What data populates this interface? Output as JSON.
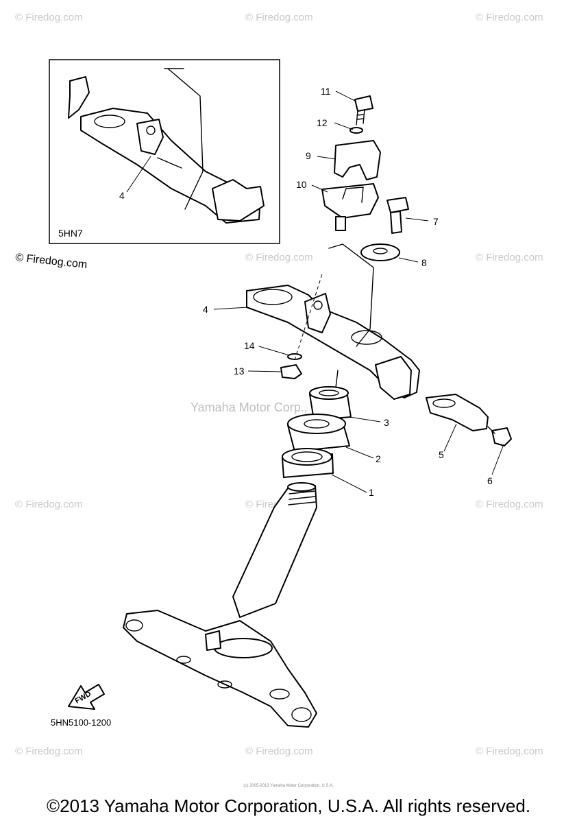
{
  "watermarks": {
    "site": "© Firedog.com",
    "center": "Yamaha Motor Corp., U.S.A."
  },
  "inset": {
    "model": "5HN7",
    "part_label": "4"
  },
  "callouts": [
    "1",
    "2",
    "3",
    "4",
    "5",
    "6",
    "7",
    "8",
    "9",
    "10",
    "11",
    "12",
    "13",
    "14"
  ],
  "diagram_code": "5HN5100-1200",
  "fwd_label": "FWD",
  "fine_print": "(c) 2005-2013 Yamaha Motor Corporation, U.S.A.",
  "copyright": "©2013 Yamaha Motor Corporation, U.S.A. All rights reserved."
}
